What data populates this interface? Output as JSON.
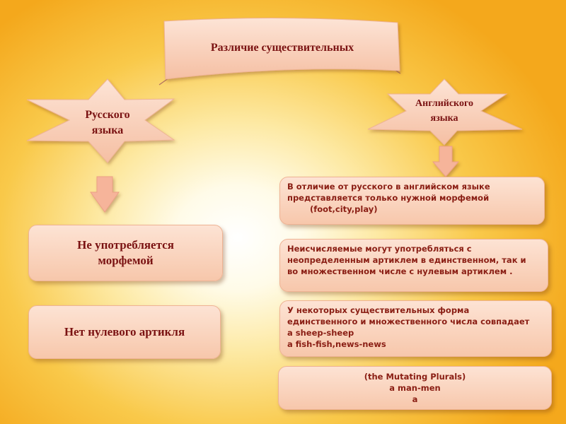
{
  "title": "Различие существительных",
  "russian": {
    "label": [
      "Русского",
      "языка"
    ],
    "boxes": [
      [
        "Не употребляется",
        "морфемой"
      ],
      [
        "Нет нулевого артикля"
      ]
    ]
  },
  "english": {
    "label": [
      "Английского",
      "языка"
    ],
    "boxes": [
      [
        "В отличие от русского в английском языке",
        "представляется только нужной морфемой",
        "(foot,city,play)"
      ],
      [
        "Неисчисляемые  могут употребляться с",
        "неопределенным артиклем в единственном, так и",
        "во множественном числе с нулевым артиклем ."
      ],
      [
        "У некоторых  существительных форма",
        "единственного и множественного числа совпадает",
        "a sheep-sheep",
        "a fish-fish,news-news"
      ],
      [
        "(the Mutating Plurals)",
        "a man-men",
        "a"
      ]
    ]
  },
  "colors": {
    "box_fill": "#f7c7ab",
    "text": "#7a1212",
    "arrow": "#f6b49a"
  }
}
